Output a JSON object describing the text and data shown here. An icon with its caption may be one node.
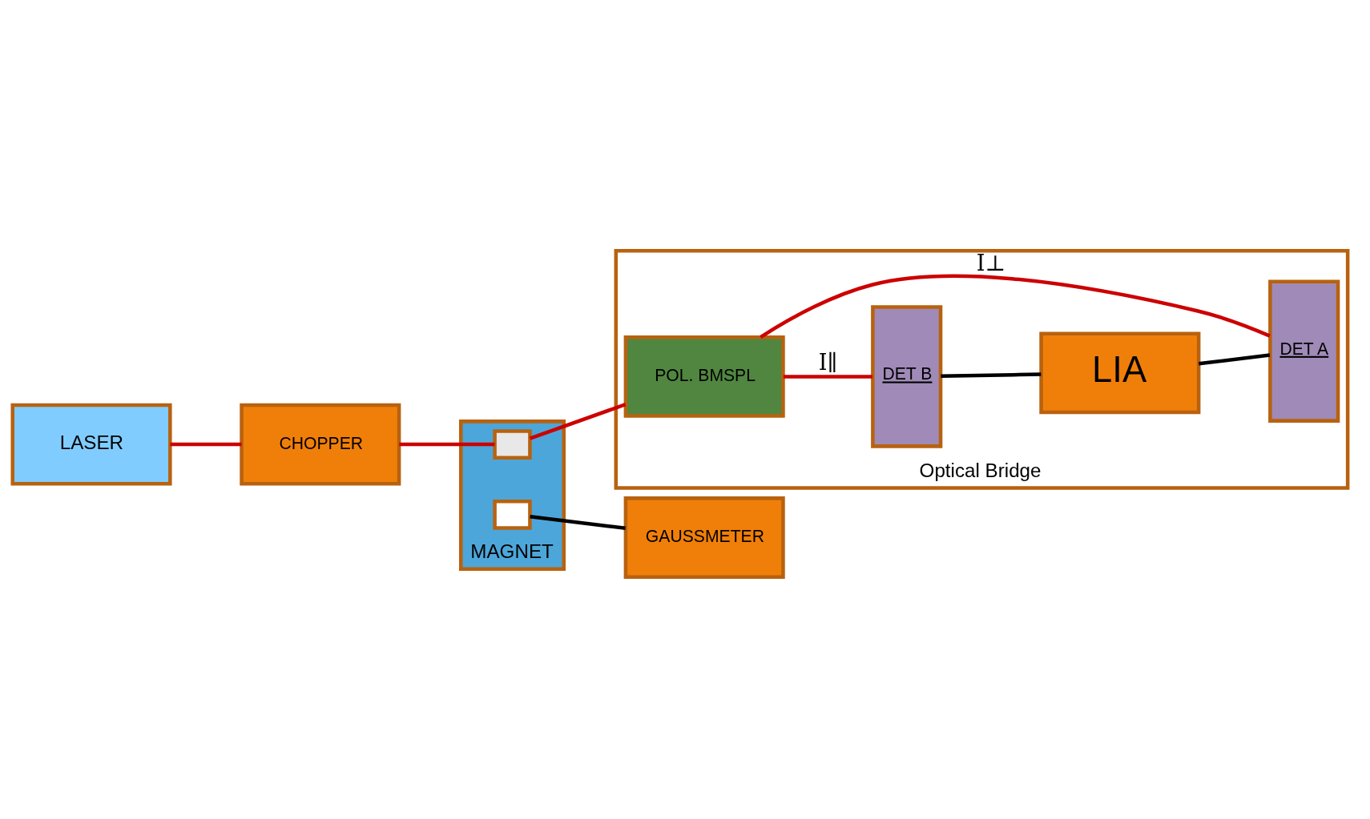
{
  "diagram": {
    "nodes": [
      {
        "text": [
          "Optical Bridge"
        ]
      },
      {
        "text": [
          "DET B"
        ],
        "in": 0
      },
      {
        "text": [
          "LIA"
        ],
        "in": 0
      },
      {
        "text": [
          "LASER"
        ]
      },
      {
        "text": [
          "CHOPPER"
        ]
      },
      {
        "text": [
          "MAGNET"
        ]
      },
      {
        "text": [],
        "shape": "box",
        "in": 5
      },
      {
        "text": [],
        "shape": "box",
        "in": 5
      },
      {
        "text": [
          "POL. BMSPL"
        ],
        "in": 0
      },
      {
        "text": [
          "DET A"
        ],
        "in": 0
      },
      {
        "text": [
          "GAUSSMETER"
        ]
      }
    ],
    "edges": [
      {
        "from": 3,
        "to": 4,
        "arrow": "none"
      },
      {
        "from": 4,
        "to": 6,
        "arrow": "none"
      },
      {
        "from": 6,
        "to": 8,
        "arrow": "none"
      },
      {
        "from": 8,
        "to": 9,
        "arrow": "none",
        "label": "I⊥"
      },
      {
        "from": 8,
        "to": 1,
        "arrow": "none",
        "label": "I∥"
      },
      {
        "from": 1,
        "to": 2,
        "arrow": "none",
        "color": "#000000"
      },
      {
        "from": 2,
        "to": 9,
        "arrow": "none",
        "color": "#000000"
      },
      {
        "from": 7,
        "to": 10,
        "arrow": "none",
        "color": "#000000"
      }
    ]
  }
}
